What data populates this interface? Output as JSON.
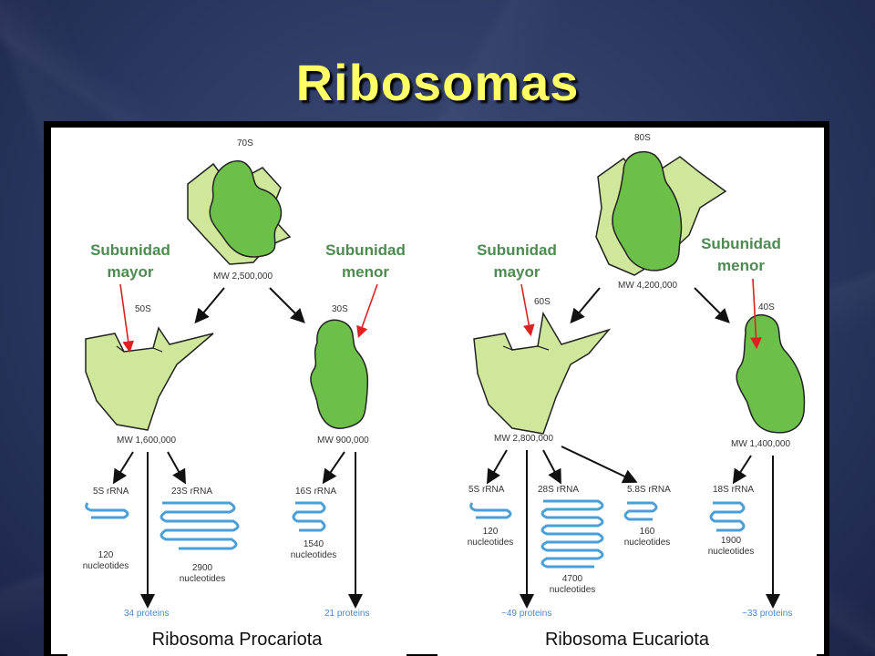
{
  "title": "Ribosomas",
  "labels": {
    "pro_major": "Subunidad mayor",
    "pro_minor": "Subunidad menor",
    "euk_major": "Subunidad mayor",
    "euk_minor": "Subunidad menor"
  },
  "captions": {
    "prokaryote": "Ribosoma Procariota",
    "eukaryote": "Ribosoma Eucariota"
  },
  "prokaryote": {
    "ribosome": "70S",
    "ribosome_mw": "MW 2,500,000",
    "large": "50S",
    "large_mw": "MW 1,600,000",
    "small": "30S",
    "small_mw": "MW 900,000",
    "rna_5s": "5S rRNA",
    "rna_5s_len": "120",
    "rna_23s": "23S rRNA",
    "rna_23s_len": "2900",
    "rna_16s": "16S rRNA",
    "rna_16s_len": "1540",
    "nucleotides": "nucleotides",
    "large_proteins": "34 proteins",
    "small_proteins": "21 proteins"
  },
  "eukaryote": {
    "ribosome": "80S",
    "ribosome_mw": "MW 4,200,000",
    "large": "60S",
    "large_mw": "MW 2,800,000",
    "small": "40S",
    "small_mw": "MW 1,400,000",
    "rna_5s": "5S rRNA",
    "rna_5s_len": "120",
    "rna_28s": "28S rRNA",
    "rna_28s_len": "4700",
    "rna_58s": "5.8S rRNA",
    "rna_58s_len": "160",
    "rna_18s": "18S rRNA",
    "rna_18s_len": "1900",
    "nucleotides": "nucleotides",
    "large_proteins": "~49 proteins",
    "small_proteins": "~33 proteins"
  },
  "colors": {
    "large_subunit": "#cfe79a",
    "small_subunit": "#6cc04a",
    "rna": "#4a9fd8",
    "label_text": "#4f8a52",
    "pointer_arrow": "#e02020",
    "title": "#ffff66"
  }
}
